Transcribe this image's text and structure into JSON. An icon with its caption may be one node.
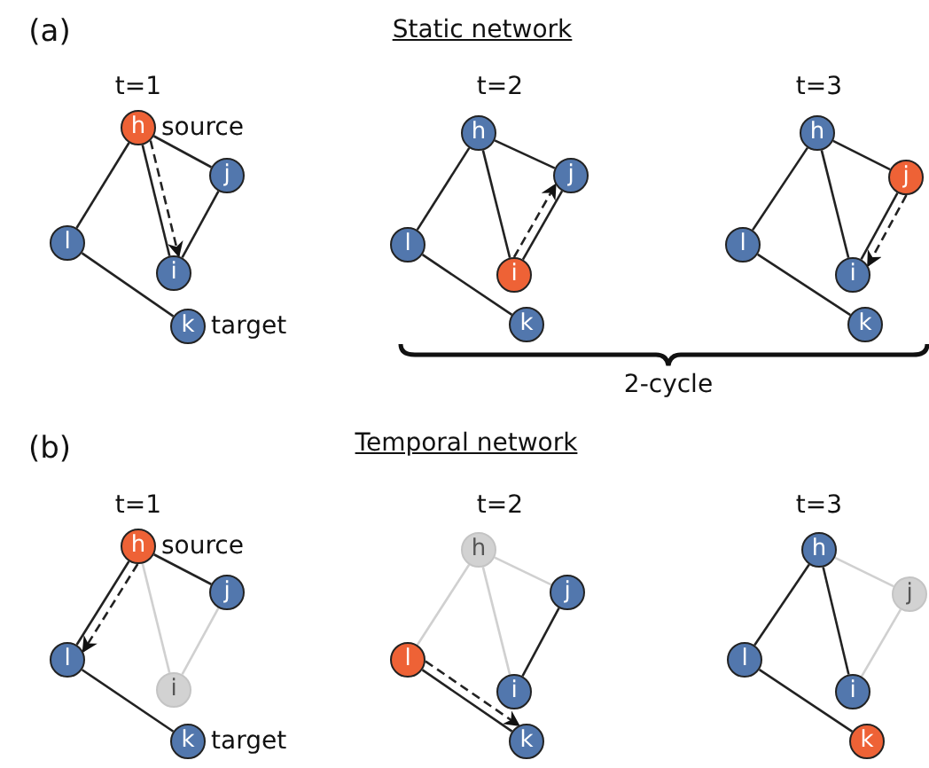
{
  "diagram": {
    "nodes": [
      {
        "text": [
          "h"
        ],
        "beside": [
          "source"
        ]
      },
      {
        "text": [
          "j"
        ]
      },
      {
        "text": [
          "l"
        ]
      },
      {
        "text": [
          "i"
        ]
      },
      {
        "text": [
          "k"
        ],
        "beside": [
          "target"
        ]
      },
      {
        "text": [
          "h"
        ]
      },
      {
        "text": [
          "j"
        ]
      },
      {
        "text": [
          "l"
        ]
      },
      {
        "text": [
          "i"
        ]
      },
      {
        "text": [
          "k"
        ]
      },
      {
        "text": [
          "h"
        ]
      },
      {
        "text": [
          "j"
        ]
      },
      {
        "text": [
          "l"
        ]
      },
      {
        "text": [
          "i"
        ]
      },
      {
        "text": [
          "k"
        ]
      },
      {
        "text": [
          "h"
        ],
        "beside": [
          "source"
        ]
      },
      {
        "text": [
          "j"
        ]
      },
      {
        "text": [
          "l"
        ]
      },
      {
        "text": [
          "i"
        ]
      },
      {
        "text": [
          "k"
        ],
        "beside": [
          "target"
        ]
      },
      {
        "text": [
          "h"
        ]
      },
      {
        "text": [
          "j"
        ]
      },
      {
        "text": [
          "l"
        ]
      },
      {
        "text": [
          "i"
        ]
      },
      {
        "text": [
          "k"
        ]
      },
      {
        "text": [
          "h"
        ]
      },
      {
        "text": [
          "j"
        ]
      },
      {
        "text": [
          "l"
        ]
      },
      {
        "text": [
          "i"
        ]
      },
      {
        "text": [
          "k"
        ]
      }
    ],
    "edges": [
      {
        "from": 0,
        "to": 1,
        "arrow": "none"
      },
      {
        "from": 0,
        "to": 2,
        "arrow": "none"
      },
      {
        "from": 0,
        "to": 3,
        "arrow": "none"
      },
      {
        "from": 1,
        "to": 3,
        "arrow": "none"
      },
      {
        "from": 2,
        "to": 4,
        "arrow": "none"
      },
      {
        "from": 0,
        "to": 3,
        "arrow": "to",
        "style": "dashed"
      },
      {
        "from": 5,
        "to": 6,
        "arrow": "none"
      },
      {
        "from": 5,
        "to": 7,
        "arrow": "none"
      },
      {
        "from": 5,
        "to": 8,
        "arrow": "none"
      },
      {
        "from": 6,
        "to": 8,
        "arrow": "none"
      },
      {
        "from": 7,
        "to": 9,
        "arrow": "none"
      },
      {
        "from": 8,
        "to": 6,
        "arrow": "to",
        "style": "dashed"
      },
      {
        "from": 10,
        "to": 11,
        "arrow": "none"
      },
      {
        "from": 10,
        "to": 12,
        "arrow": "none"
      },
      {
        "from": 10,
        "to": 13,
        "arrow": "none"
      },
      {
        "from": 11,
        "to": 13,
        "arrow": "none"
      },
      {
        "from": 12,
        "to": 14,
        "arrow": "none"
      },
      {
        "from": 11,
        "to": 13,
        "arrow": "to",
        "style": "dashed"
      },
      {
        "from": 15,
        "to": 16,
        "arrow": "none"
      },
      {
        "from": 15,
        "to": 17,
        "arrow": "none"
      },
      {
        "from": 15,
        "to": 18,
        "arrow": "none",
        "color": "#d0d0d0"
      },
      {
        "from": 16,
        "to": 18,
        "arrow": "none",
        "color": "#d0d0d0"
      },
      {
        "from": 17,
        "to": 19,
        "arrow": "none"
      },
      {
        "from": 15,
        "to": 17,
        "arrow": "to",
        "style": "dashed"
      },
      {
        "from": 20,
        "to": 21,
        "arrow": "none",
        "color": "#d0d0d0"
      },
      {
        "from": 20,
        "to": 22,
        "arrow": "none",
        "color": "#d0d0d0"
      },
      {
        "from": 20,
        "to": 23,
        "arrow": "none",
        "color": "#d0d0d0"
      },
      {
        "from": 21,
        "to": 23,
        "arrow": "none"
      },
      {
        "from": 22,
        "to": 24,
        "arrow": "none"
      },
      {
        "from": 22,
        "to": 24,
        "arrow": "to",
        "style": "dashed"
      },
      {
        "from": 25,
        "to": 26,
        "arrow": "none",
        "color": "#d0d0d0"
      },
      {
        "from": 25,
        "to": 27,
        "arrow": "none"
      },
      {
        "from": 25,
        "to": 28,
        "arrow": "none"
      },
      {
        "from": 26,
        "to": 28,
        "arrow": "none",
        "color": "#d0d0d0"
      },
      {
        "from": 27,
        "to": 29,
        "arrow": "none"
      }
    ],
    "labels": [
      "(a)",
      "Static network",
      "t=1",
      "t=2",
      "t=3",
      "2-cycle",
      "(b)",
      "Temporal network",
      "t=1",
      "t=2",
      "t=3"
    ]
  }
}
